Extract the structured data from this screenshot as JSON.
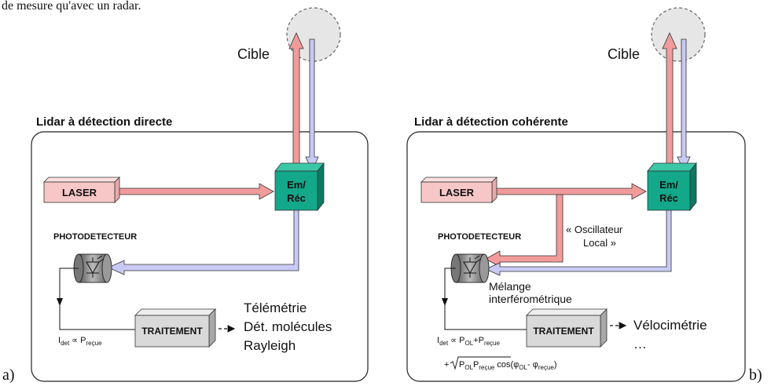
{
  "top_text": "de mesure qu'avec un radar.",
  "panel_a": {
    "tag": "a)",
    "title": "Lidar à détection directe",
    "target": "Cible",
    "laser": "LASER",
    "emrec_line1": "Em/",
    "emrec_line2": "Réc",
    "photodetector": "PHOTODETECTEUR",
    "processing": "TRAITEMENT",
    "outputs": [
      "Télémétrie",
      "Dét. molécules",
      "Rayleigh"
    ],
    "formula": {
      "i": "I",
      "i_sub": "det",
      "prop": " ∝ P",
      "p_sub": "reçue"
    }
  },
  "panel_b": {
    "tag": "b)",
    "title": "Lidar à détection cohérente",
    "target": "Cible",
    "laser": "LASER",
    "emrec_line1": "Em/",
    "emrec_line2": "Réc",
    "photodetector": "PHOTODETECTEUR",
    "processing": "TRAITEMENT",
    "local_osc_line1": "« Oscillateur",
    "local_osc_line2": "Local »",
    "mixing_line1": "Mélange",
    "mixing_line2": "interférométrique",
    "outputs": [
      "Vélocimétrie",
      "…"
    ],
    "formula1": {
      "i": "I",
      "i_sub": "det",
      "prop": " ∝ P",
      "p1_sub": "OL",
      "plus": "+P",
      "p2_sub": "reçue"
    },
    "formula2": {
      "plus": "+",
      "p1": "P",
      "p1_sub": "OL",
      "p2": "P",
      "p2_sub": "reçue",
      "cos": "cos(φ",
      "phi1_sub": "OL",
      "minus": "- φ",
      "phi2_sub": "reçue",
      "close": ")"
    }
  },
  "colors": {
    "laser_beam": "#f29b9b",
    "return_beam": "#c9c9f5",
    "emrec_box": "#13a88a",
    "laser_box": "#f7c7c7",
    "processing_box": "#d9d9d9"
  }
}
